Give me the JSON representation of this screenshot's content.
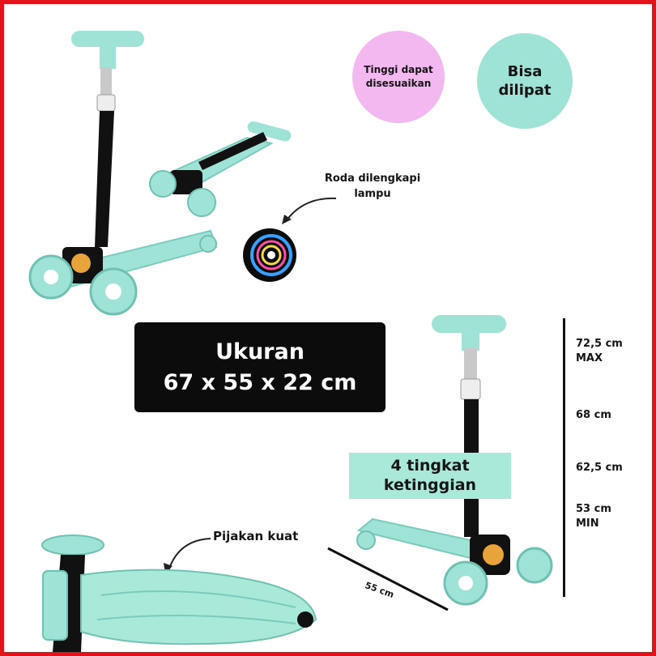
{
  "badges": {
    "adjustable_line1": "Tinggi dapat",
    "adjustable_line2": "disesuaikan",
    "foldable_line1": "Bisa",
    "foldable_line2": "dilipat"
  },
  "callouts": {
    "wheel_light_line1": "Roda dilengkapi",
    "wheel_light_line2": "lampu",
    "deck": "Pijakan kuat"
  },
  "size_box": {
    "title": "Ukuran",
    "dimensions": "67 x 55 x 22 cm"
  },
  "height_levels": {
    "label_line1": "4 tingkat",
    "label_line2": "ketinggian",
    "max_value": "72,5 cm",
    "max_tag": "MAX",
    "level_3": "68 cm",
    "level_2": "62,5 cm",
    "min_value": "53 cm",
    "min_tag": "MIN"
  },
  "width_label": "55 cm",
  "colors": {
    "mint": "#9fe3d6",
    "pink": "#f2b8ef",
    "border": "#e2141b",
    "dark": "#0c0c0c"
  }
}
